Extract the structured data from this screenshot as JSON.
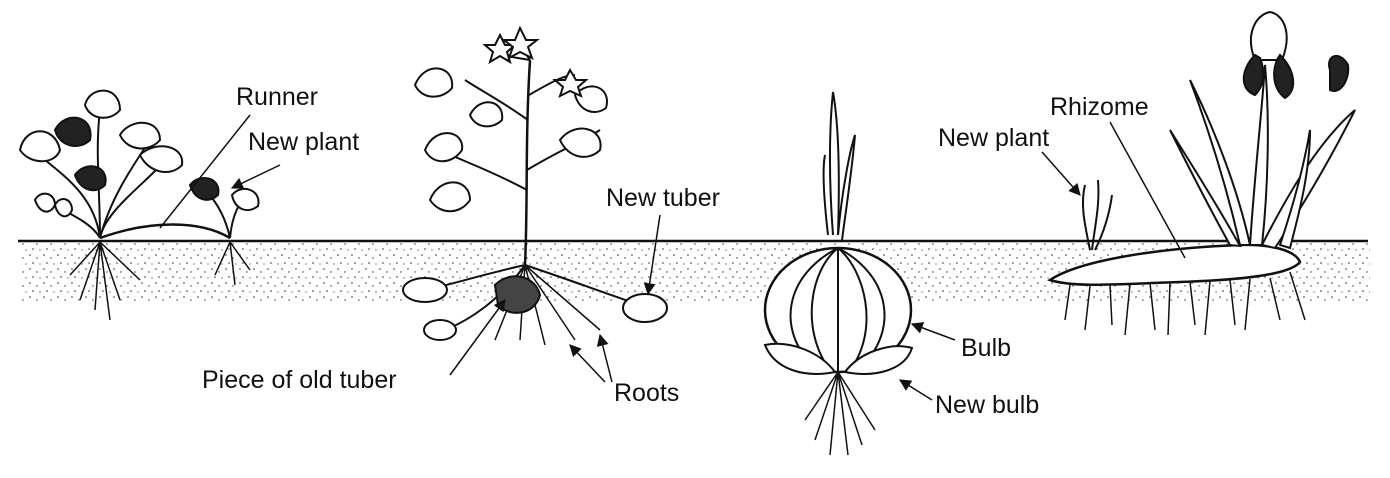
{
  "labels": {
    "runner": "Runner",
    "new_plant_left": "New plant",
    "new_tuber": "New tuber",
    "piece_of_old_tuber": "Piece of old tuber",
    "roots": "Roots",
    "bulb": "Bulb",
    "new_bulb": "New bulb",
    "rhizome": "Rhizome",
    "new_plant_right": "New plant"
  },
  "colors": {
    "ink": "#111111",
    "background": "#ffffff"
  }
}
